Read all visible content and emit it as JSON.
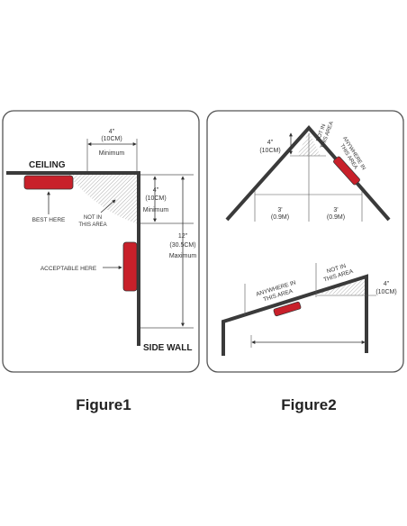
{
  "figure1": {
    "caption": "Figure1",
    "ceiling_label": "CEILING",
    "side_wall_label": "SIDE WALL",
    "best_here": "BEST HERE",
    "acceptable_here": "ACCEPTABLE  HERE",
    "not_in_this_area": [
      "NOT IN",
      "THIS AREA"
    ],
    "top_dimension": [
      "4\"",
      "(10CM)",
      "Minimum"
    ],
    "wall_dimension": [
      "4\"",
      "(10CM)",
      "Minimum"
    ],
    "max_dimension": [
      "12\"",
      "(30.5CM)",
      "Maximum"
    ]
  },
  "figure2": {
    "caption": "Figure2",
    "peak_dimension": [
      "4\"",
      "(10CM)"
    ],
    "not_in_this_area": [
      "NOT IN",
      "THIS AREA"
    ],
    "anywhere_in_this_area": [
      "ANYWHERE IN",
      "THIS AREA"
    ],
    "left_span": [
      "3'",
      "(0.9M)"
    ],
    "right_span": [
      "3'",
      "(0.9M)"
    ],
    "slope_anywhere": [
      "ANYWHERE IN",
      "THIS AREA"
    ],
    "slope_not_in": [
      "NOT IN",
      "THIS AREA"
    ],
    "slope_dimension": [
      "4\"",
      "(10CM)"
    ]
  },
  "colors": {
    "wall": "#3a3a3a",
    "detector": "#c8202a",
    "panel_border": "#555555",
    "hatch": "#9a9a9a"
  }
}
